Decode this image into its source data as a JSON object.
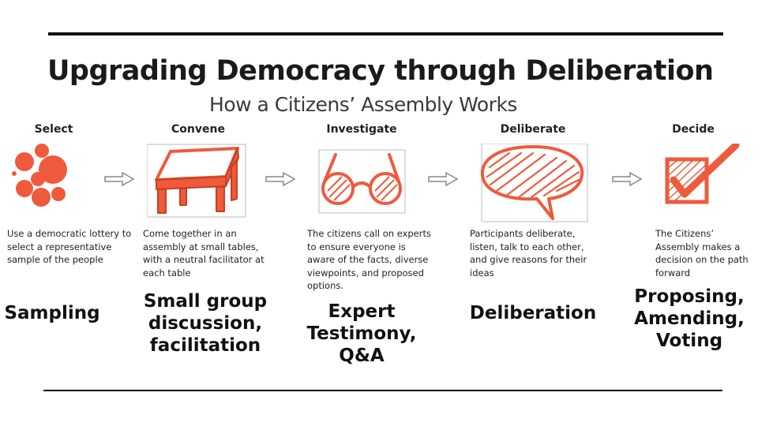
{
  "slide": {
    "title": "Upgrading Democracy through Deliberation",
    "subtitle": "How a Citizens’ Assembly Works"
  },
  "colors": {
    "accent": "#ef5a3c",
    "arrow": "#888888",
    "rule": "#111111"
  },
  "steps": [
    {
      "heading": "Select",
      "icon": "circles-icon",
      "description": "Use a democratic lottery to select a representative sample of the people",
      "label": "Sampling"
    },
    {
      "heading": "Convene",
      "icon": "table-icon",
      "description": "Come together in an assembly at small tables, with a neutral facilitator at each table",
      "label": "Small group discussion, facilitation"
    },
    {
      "heading": "Investigate",
      "icon": "glasses-icon",
      "description": "The citizens call on experts to ensure everyone is aware of the facts, diverse viewpoints, and proposed options.",
      "label": "Expert Testimony, Q&A"
    },
    {
      "heading": "Deliberate",
      "icon": "speech-bubble-icon",
      "description": "Participants deliberate, listen, talk to each other, and give reasons for their ideas",
      "label": "Deliberation"
    },
    {
      "heading": "Decide",
      "icon": "checkbox-icon",
      "description": "The Citizens’ Assembly makes a decision on the path forward",
      "label": "Proposing, Amending, Voting"
    }
  ]
}
